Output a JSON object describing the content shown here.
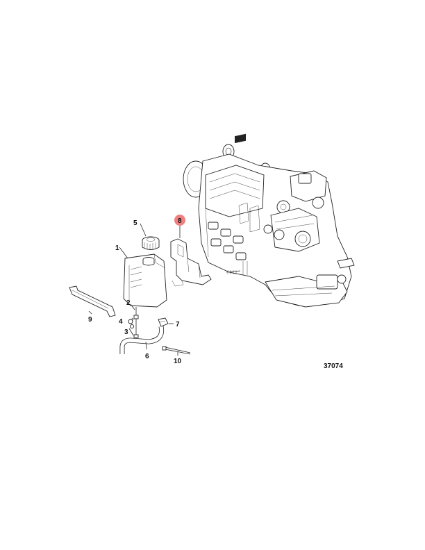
{
  "figure_number": "37074",
  "callouts": [
    {
      "id": "1",
      "label": "1",
      "highlighted": false
    },
    {
      "id": "2",
      "label": "2",
      "highlighted": false
    },
    {
      "id": "3",
      "label": "3",
      "highlighted": false
    },
    {
      "id": "4",
      "label": "4",
      "highlighted": false
    },
    {
      "id": "5",
      "label": "5",
      "highlighted": false
    },
    {
      "id": "6",
      "label": "6",
      "highlighted": false
    },
    {
      "id": "7",
      "label": "7",
      "highlighted": false
    },
    {
      "id": "8",
      "label": "8",
      "highlighted": true
    },
    {
      "id": "9",
      "label": "9",
      "highlighted": false
    },
    {
      "id": "10",
      "label": "10",
      "highlighted": false
    }
  ],
  "colors": {
    "highlight": "#f08080",
    "line": "#222222",
    "background": "#ffffff"
  }
}
